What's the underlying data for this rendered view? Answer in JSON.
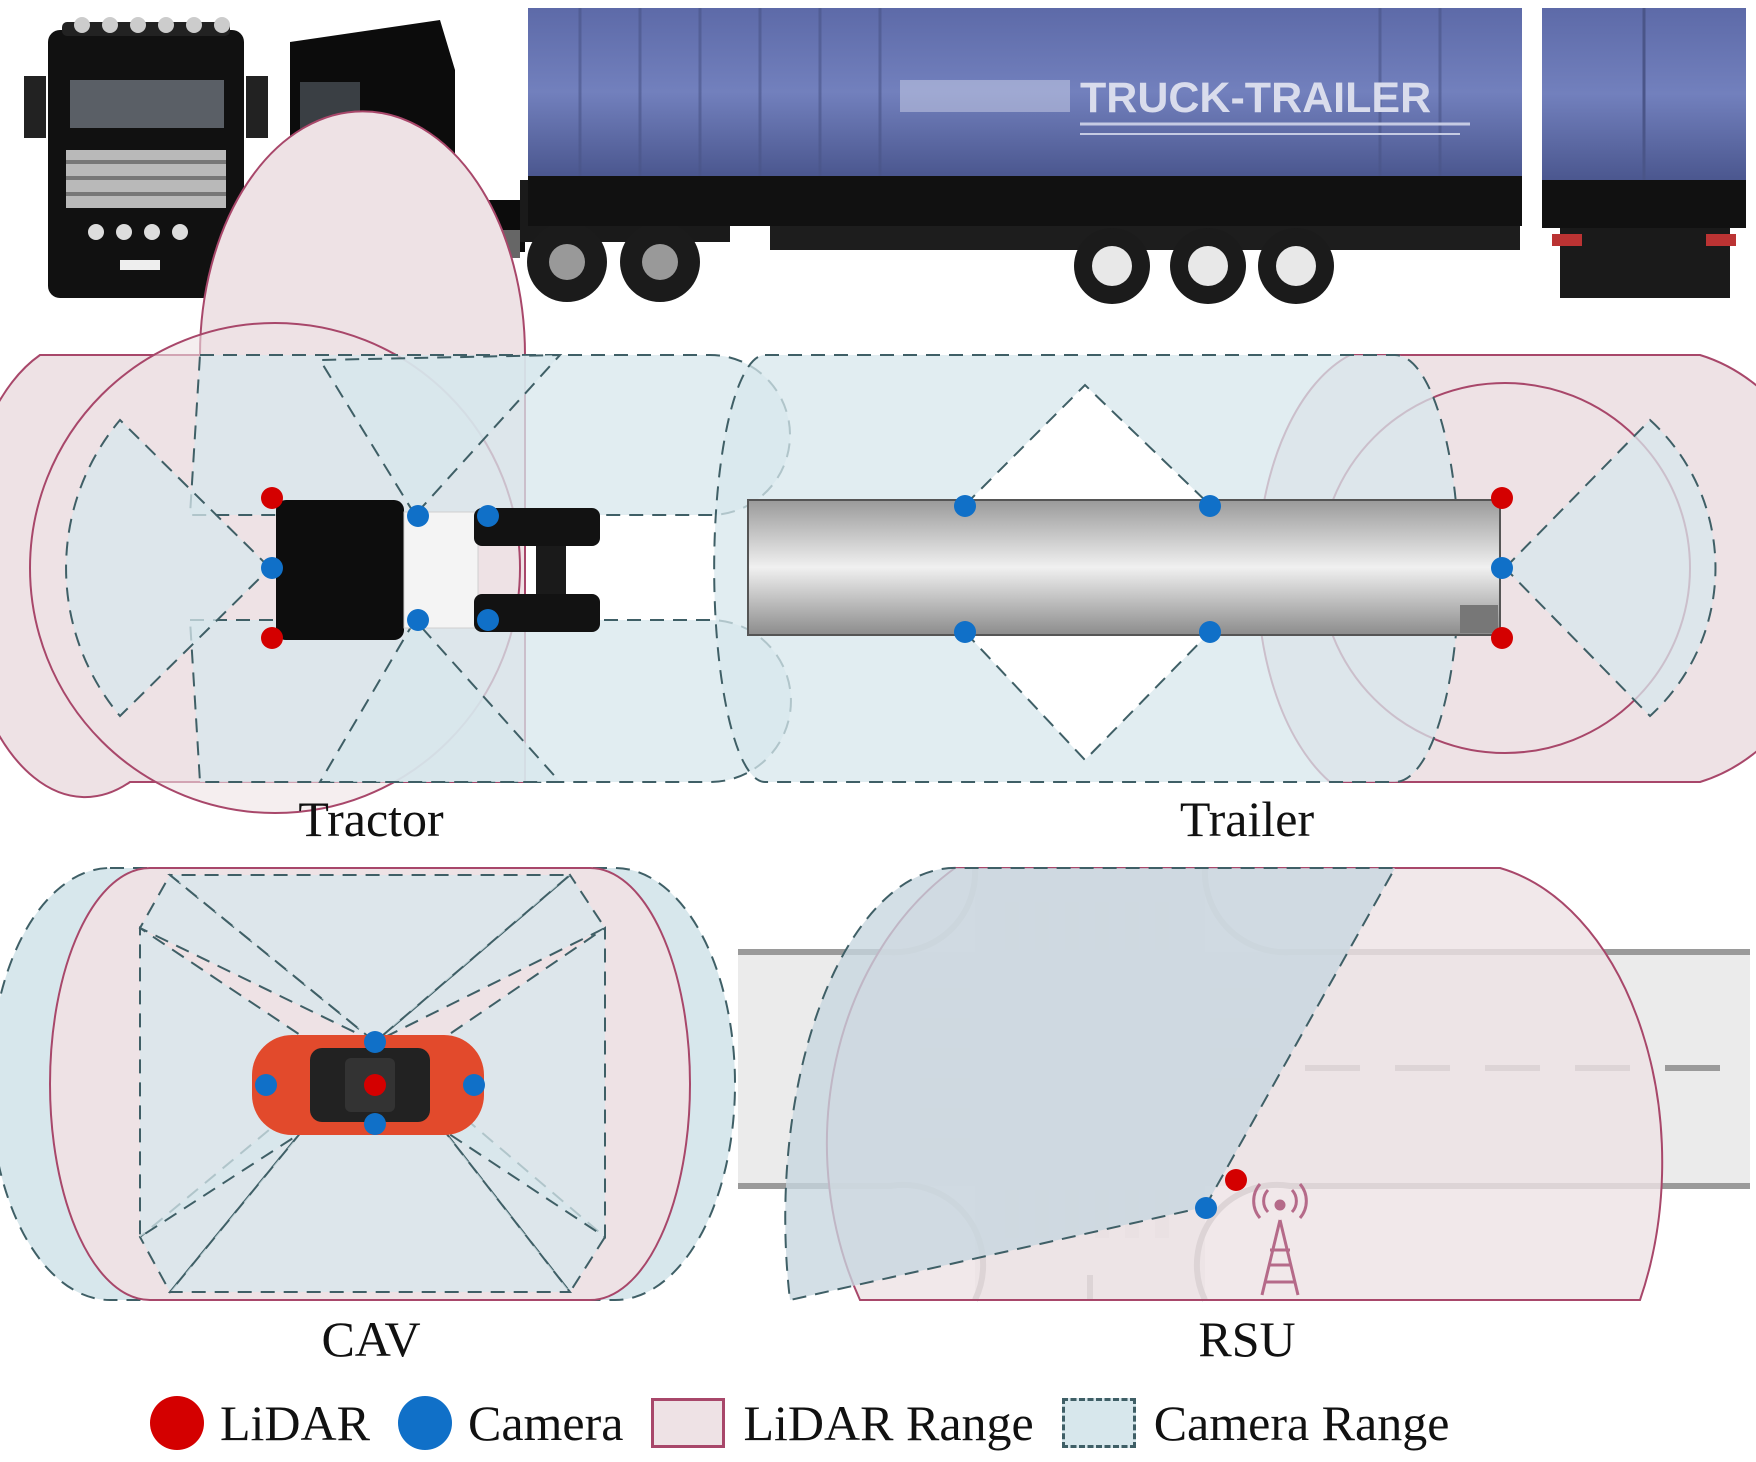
{
  "banner": {
    "trailer_text": "TRUCK-TRAILER"
  },
  "captions": {
    "tractor": "Tractor",
    "trailer": "Trailer",
    "cav": "CAV",
    "rsu": "RSU"
  },
  "legend": {
    "lidar": "LiDAR",
    "camera": "Camera",
    "lidar_range": "LiDAR Range",
    "camera_range": "Camera Range"
  },
  "colors": {
    "lidar": "#d40000",
    "camera": "#1070c8",
    "lidar_range_fill": "#eee2e5",
    "lidar_range_stroke": "#a8476a",
    "camera_range_fill": "#d7e7ec",
    "camera_range_stroke": "#3f5f66"
  }
}
